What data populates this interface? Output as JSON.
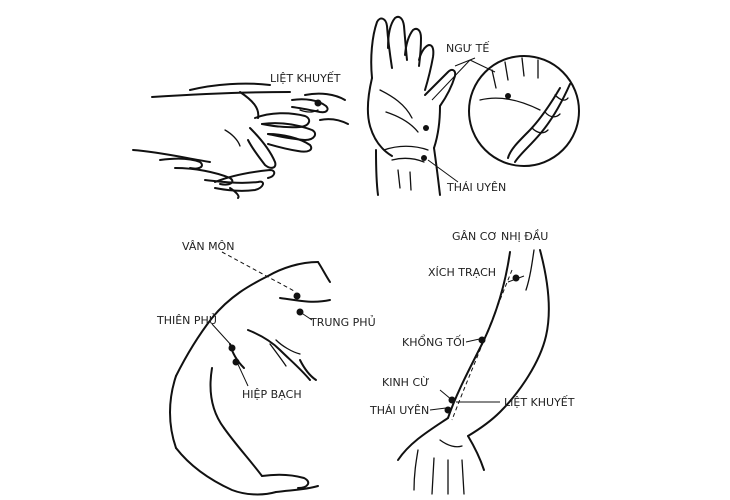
{
  "labels": {
    "liet_khuyet_top": "LIỆT KHUYẾT",
    "ngu_te": "NGƯ TẾ",
    "thai_uyen_top": "THÁI UYÊN",
    "van_mon": "VÂN MÔN",
    "thien_phu": "THIÊN PHỦ",
    "trung_phu": "TRUNG PHỦ",
    "hiep_bach": "HIỆP BẠCH",
    "gan_co_nhi_dau": "GÂN CƠ NHỊ ĐẦU",
    "xich_trach": "XÍCH TRẠCH",
    "khong_toi": "KHỔNG TỐI",
    "kinh_cu": "KINH CỪ",
    "thai_uyen_bottom": "THÁI UYÊN",
    "liet_khuyet_bottom": "LIỆT KHUYẾT"
  }
}
